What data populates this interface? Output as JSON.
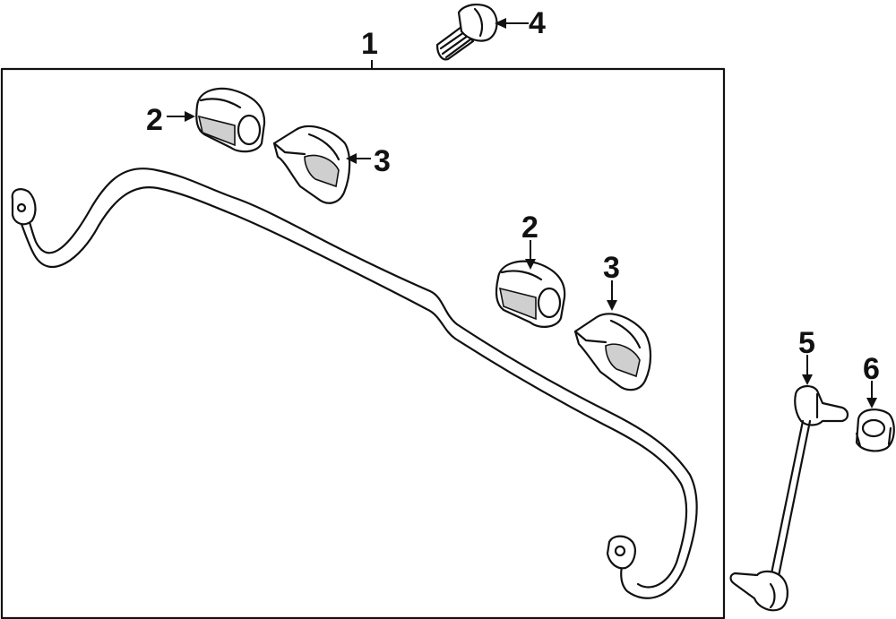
{
  "callouts": {
    "c1": "1",
    "c2a": "2",
    "c2b": "2",
    "c3a": "3",
    "c3b": "3",
    "c4": "4",
    "c5": "5",
    "c6": "6"
  },
  "parts": [
    {
      "ref": "1",
      "icon": "stabilizer-bar-icon"
    },
    {
      "ref": "2",
      "icon": "bushing-icon"
    },
    {
      "ref": "3",
      "icon": "bushing-clamp-icon"
    },
    {
      "ref": "4",
      "icon": "bolt-icon"
    },
    {
      "ref": "5",
      "icon": "stabilizer-link-icon"
    },
    {
      "ref": "6",
      "icon": "nut-icon"
    }
  ],
  "colors": {
    "line": "#111111",
    "background": "#ffffff",
    "shade": "#cfcfcf"
  }
}
